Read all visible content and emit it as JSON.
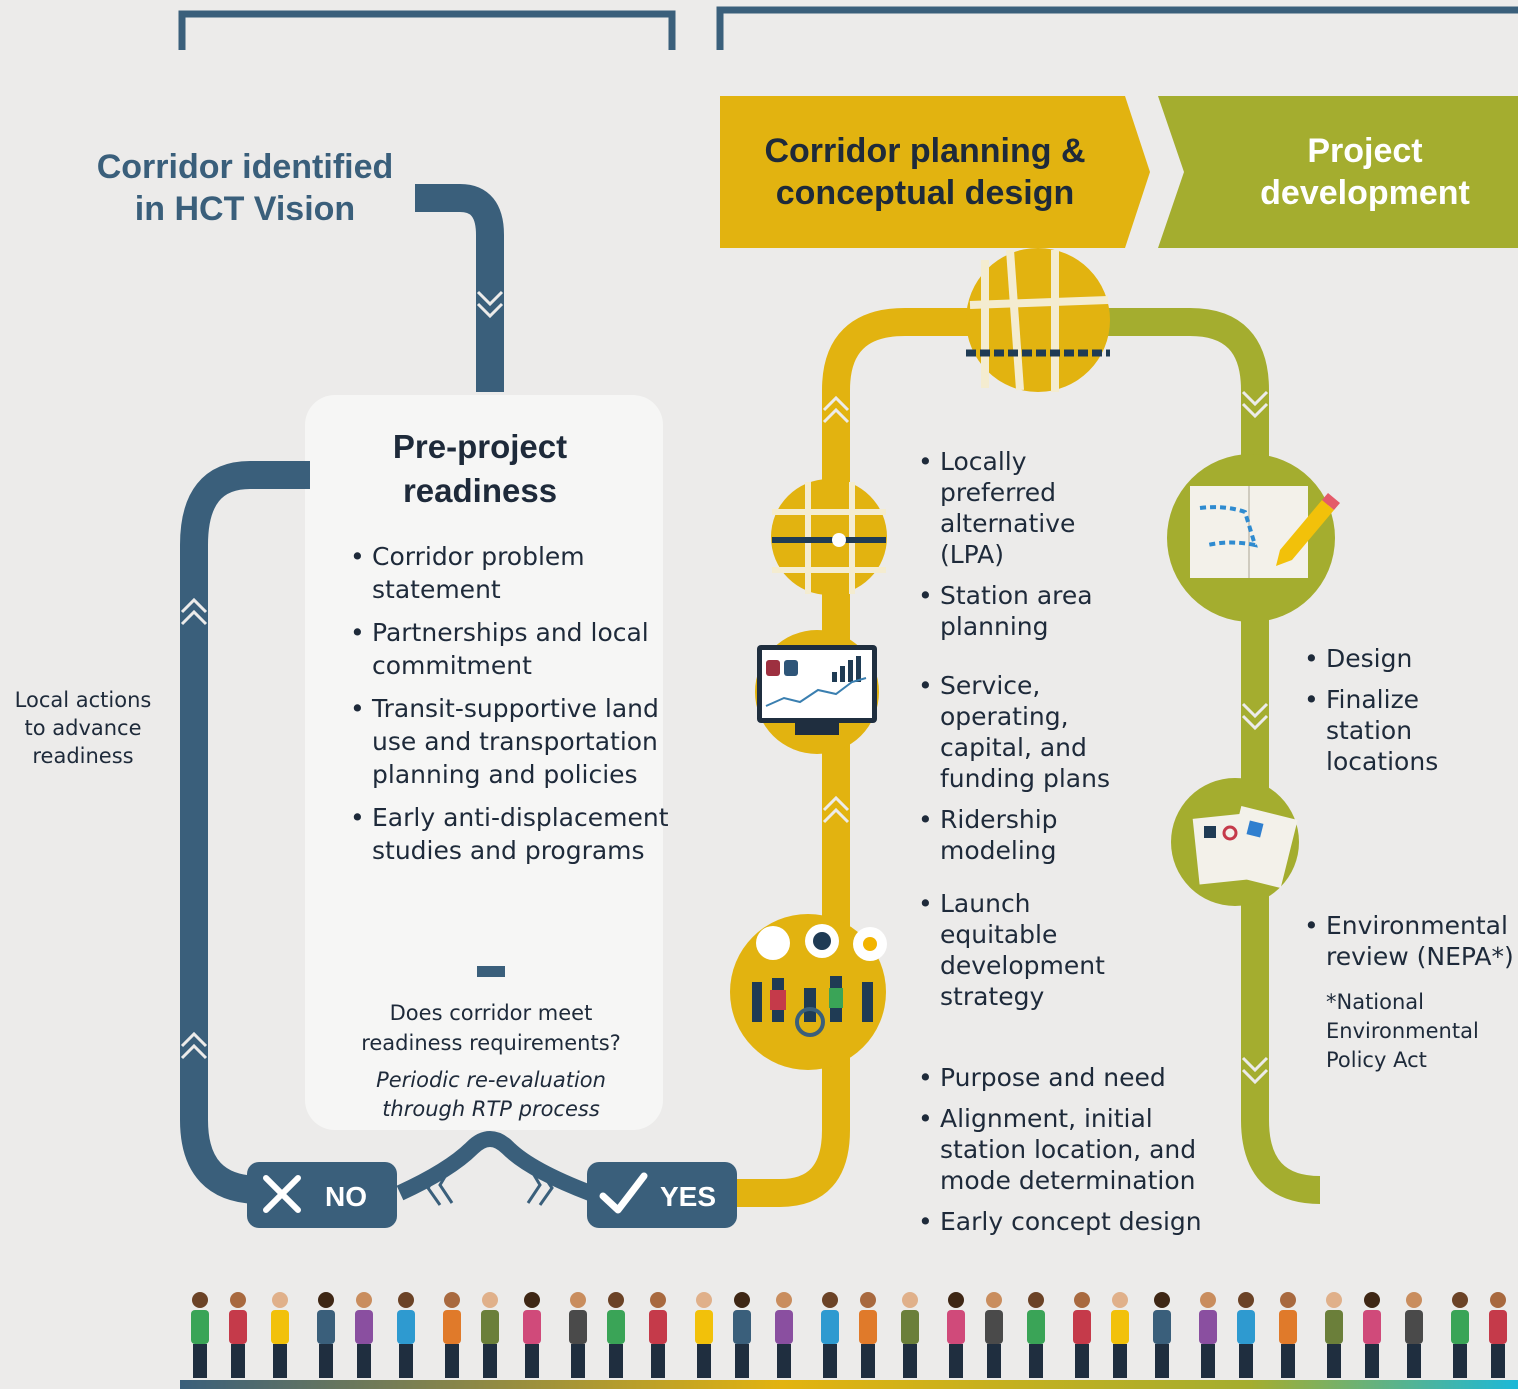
{
  "corridor_identified": "Corridor identified in HCT Vision",
  "local_actions": "Local actions to advance readiness",
  "pre_project": {
    "title": "Pre-project readiness",
    "items": [
      "Corridor problem statement",
      "Partnerships and local commitment",
      "Transit-supportive land use and transportation planning and policies",
      "Early anti-displacement studies and programs"
    ],
    "question": "Does corridor meet readiness  requirements?",
    "note": "Periodic re-evaluation through RTP process"
  },
  "decision": {
    "no_label": "NO",
    "yes_label": "YES"
  },
  "phase_corridor_planning": {
    "title": "Corridor planning & conceptual design",
    "items": [
      "Locally preferred alternative (LPA)",
      "Station area planning",
      "Service, operating, capital, and funding plans",
      "Ridership modeling",
      "Launch equitable development strategy",
      "Purpose and need",
      "Alignment, initial station location, and mode determination",
      "Early concept design"
    ]
  },
  "phase_project_development": {
    "title": "Project development",
    "items": [
      "Design",
      "Finalize station locations",
      "Environmental review (NEPA*)"
    ],
    "footnote": "*National Environmental Policy Act"
  },
  "colors": {
    "navy": "#3a5f7b",
    "yellow": "#e2b310",
    "olive": "#a4ad2f",
    "teal": "#1cb8d8",
    "background": "#ecebea"
  }
}
